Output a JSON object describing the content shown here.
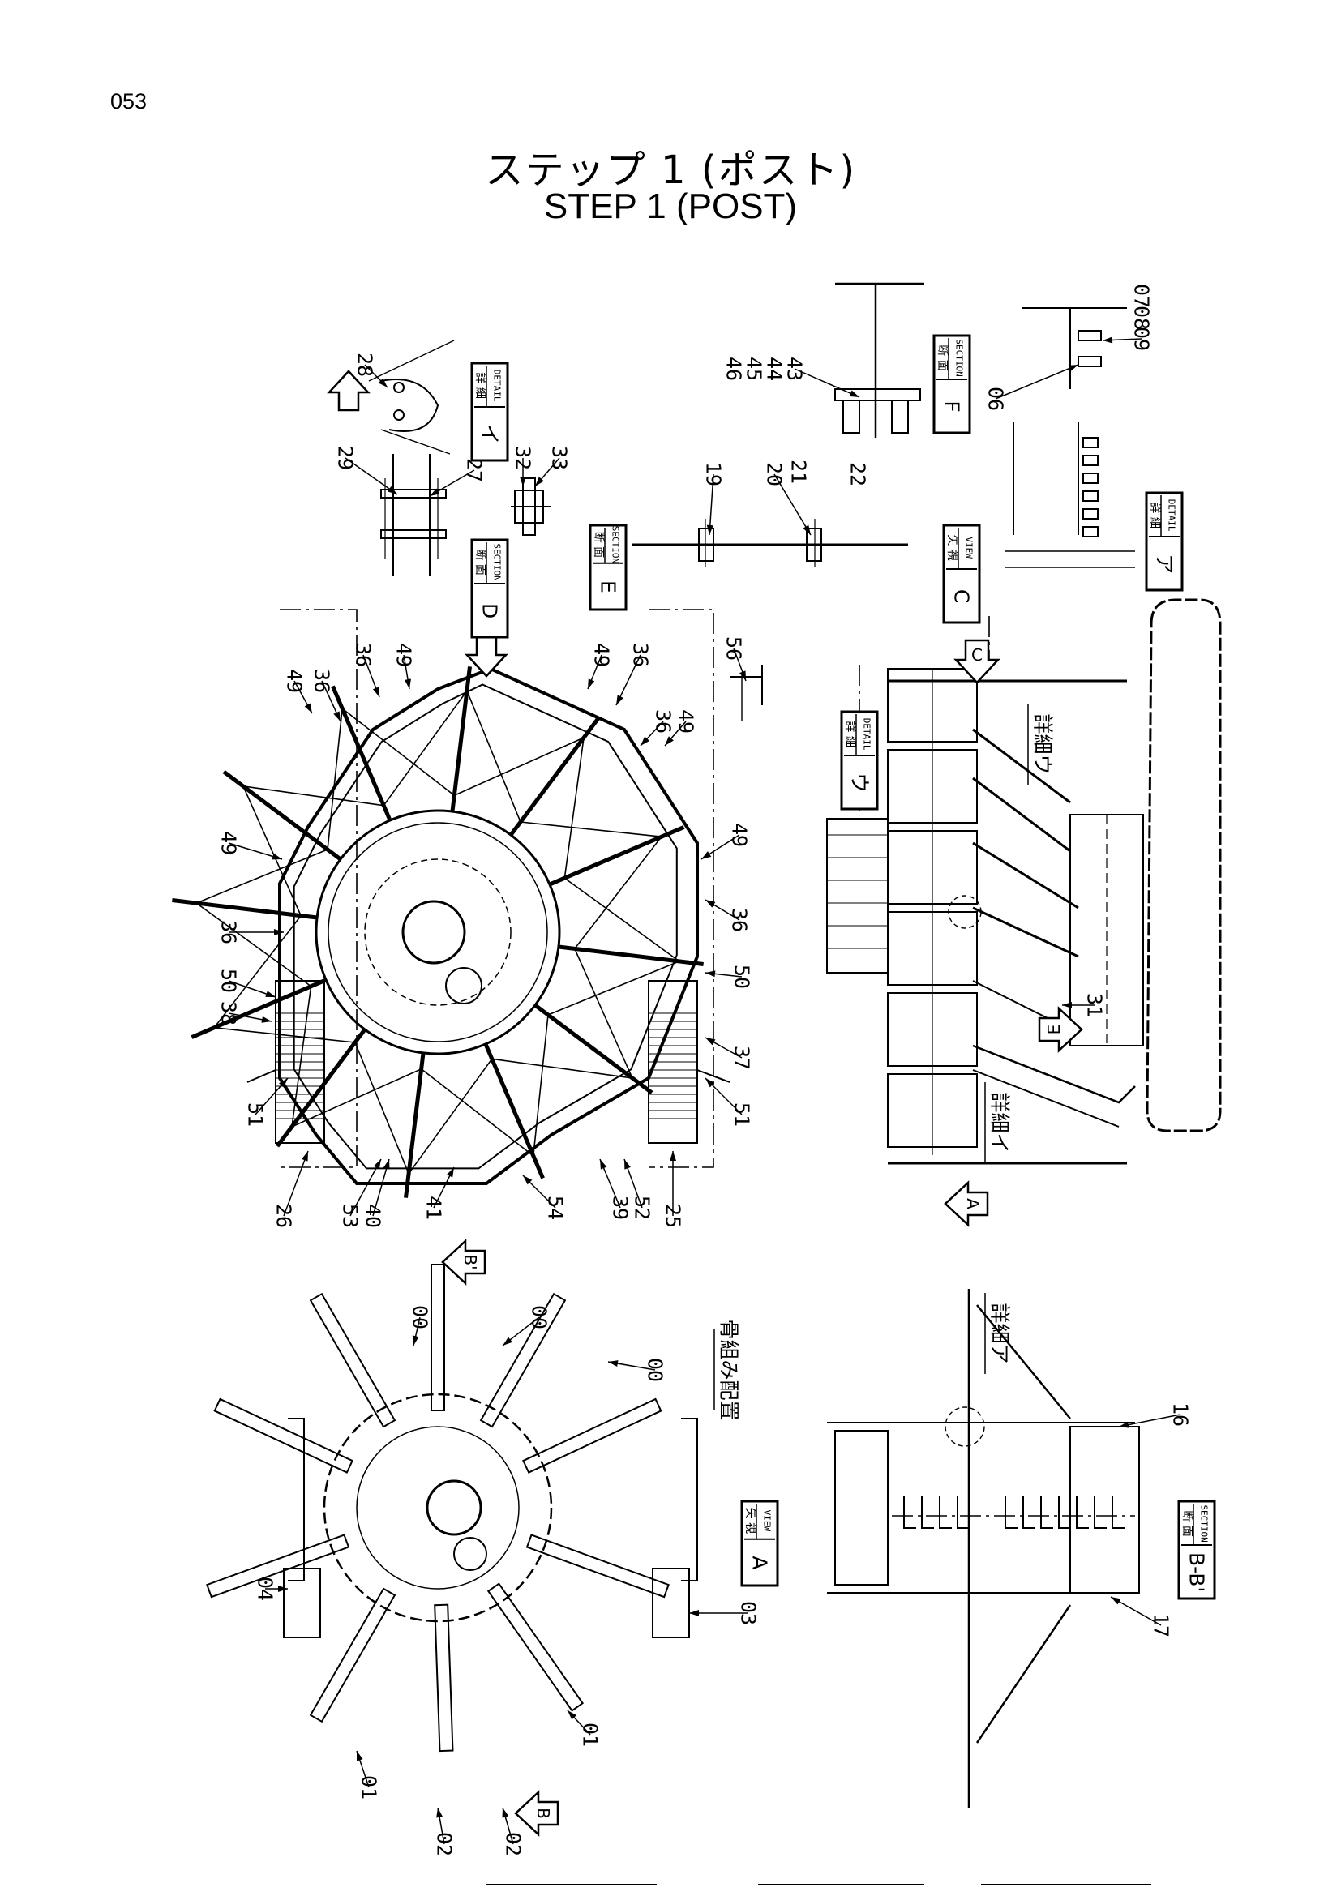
{
  "page_number": "053",
  "title": {
    "japanese": "ステップ 1 (ポスト)",
    "english": "STEP 1 (POST)"
  },
  "boxes": [
    {
      "big": "イ",
      "small_jp": "詳 細",
      "small_en": "DETAIL"
    },
    {
      "big": "D",
      "small_jp": "断 面",
      "small_en": "SECTION"
    },
    {
      "big": "E",
      "small_jp": "断 面",
      "small_en": "SECTION"
    },
    {
      "big": "F",
      "small_jp": "断 面",
      "small_en": "SECTION"
    },
    {
      "big": "C",
      "small_jp": "矢 視",
      "small_en": "VIEW"
    },
    {
      "big": "ア",
      "small_jp": "詳 細",
      "small_en": "DETAIL"
    },
    {
      "big": "ウ",
      "small_jp": "詳 細",
      "small_en": "DETAIL"
    },
    {
      "big": "A",
      "small_jp": "矢 視",
      "small_en": "VIEW"
    },
    {
      "big": "B-B'",
      "small_jp": "断 面",
      "small_en": "SECTION"
    }
  ],
  "notes": [
    "詳細ウ",
    "詳細イ",
    "詳細ア",
    "骨組み配置"
  ],
  "view_arrows": [
    "C",
    "E",
    "A",
    "B'",
    "B"
  ],
  "part_labels": {
    "top": [
      "28",
      "29",
      "27",
      "32",
      "33",
      "19",
      "20",
      "21",
      "22",
      "46",
      "45",
      "44",
      "43",
      "07",
      "08",
      "09",
      "06"
    ],
    "plan": [
      "49",
      "36",
      "36",
      "49",
      "49",
      "36",
      "36",
      "49",
      "49",
      "36",
      "49",
      "36",
      "38",
      "50",
      "37",
      "50",
      "51",
      "51",
      "26",
      "53",
      "40",
      "41",
      "54",
      "39",
      "52",
      "25"
    ],
    "side": [
      "56",
      "31"
    ],
    "frame": [
      "00",
      "00",
      "00",
      "04",
      "03",
      "01",
      "01",
      "02",
      "02"
    ],
    "section": [
      "16",
      "17"
    ]
  }
}
